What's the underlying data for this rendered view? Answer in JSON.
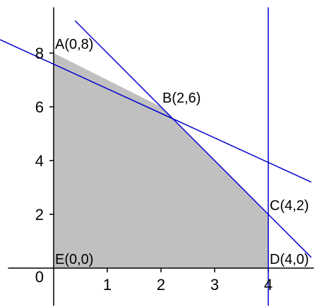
{
  "chart_data": {
    "type": "line",
    "title": "",
    "xlabel": "",
    "ylabel": "",
    "xlim": [
      -0.85,
      4.85
    ],
    "ylim": [
      -1.4,
      9.7
    ],
    "x_ticks": [
      {
        "value": 1,
        "label": "1"
      },
      {
        "value": 2,
        "label": "2"
      },
      {
        "value": 3,
        "label": "3"
      },
      {
        "value": 4,
        "label": "4"
      }
    ],
    "y_ticks": [
      {
        "value": 2,
        "label": "2"
      },
      {
        "value": 4,
        "label": "4"
      },
      {
        "value": 6,
        "label": "6"
      },
      {
        "value": 8,
        "label": "8"
      }
    ],
    "origin_label": "0",
    "feasible_region": {
      "fill": "#c0c0c0",
      "vertices": [
        [
          0,
          0
        ],
        [
          0,
          8
        ],
        [
          2,
          6
        ],
        [
          4,
          2
        ],
        [
          4,
          0
        ]
      ]
    },
    "constraint_lines": [
      {
        "id": "line-ab",
        "x": [
          -1,
          4.8
        ],
        "y": [
          8.5,
          3.2
        ]
      },
      {
        "id": "line-bc",
        "x": [
          0.4,
          4.8
        ],
        "y": [
          9.2,
          0.4
        ]
      },
      {
        "id": "line-x4",
        "x": [
          4,
          4
        ],
        "y": [
          -1.4,
          9.7
        ]
      }
    ],
    "line_color": "#0000cc",
    "axis_color": "#000000",
    "vertices": [
      {
        "id": "A",
        "label": "A(0,8)",
        "x": 0,
        "y": 8,
        "anchor": "above-right"
      },
      {
        "id": "B",
        "label": "B(2,6)",
        "x": 2,
        "y": 6,
        "anchor": "above-right"
      },
      {
        "id": "C",
        "label": "C(4,2)",
        "x": 4,
        "y": 2,
        "anchor": "above-right"
      },
      {
        "id": "D",
        "label": "D(4,0)",
        "x": 4,
        "y": 0,
        "anchor": "above-right"
      },
      {
        "id": "E",
        "label": "E(0,0)",
        "x": 0,
        "y": 0,
        "anchor": "above-right"
      }
    ]
  }
}
